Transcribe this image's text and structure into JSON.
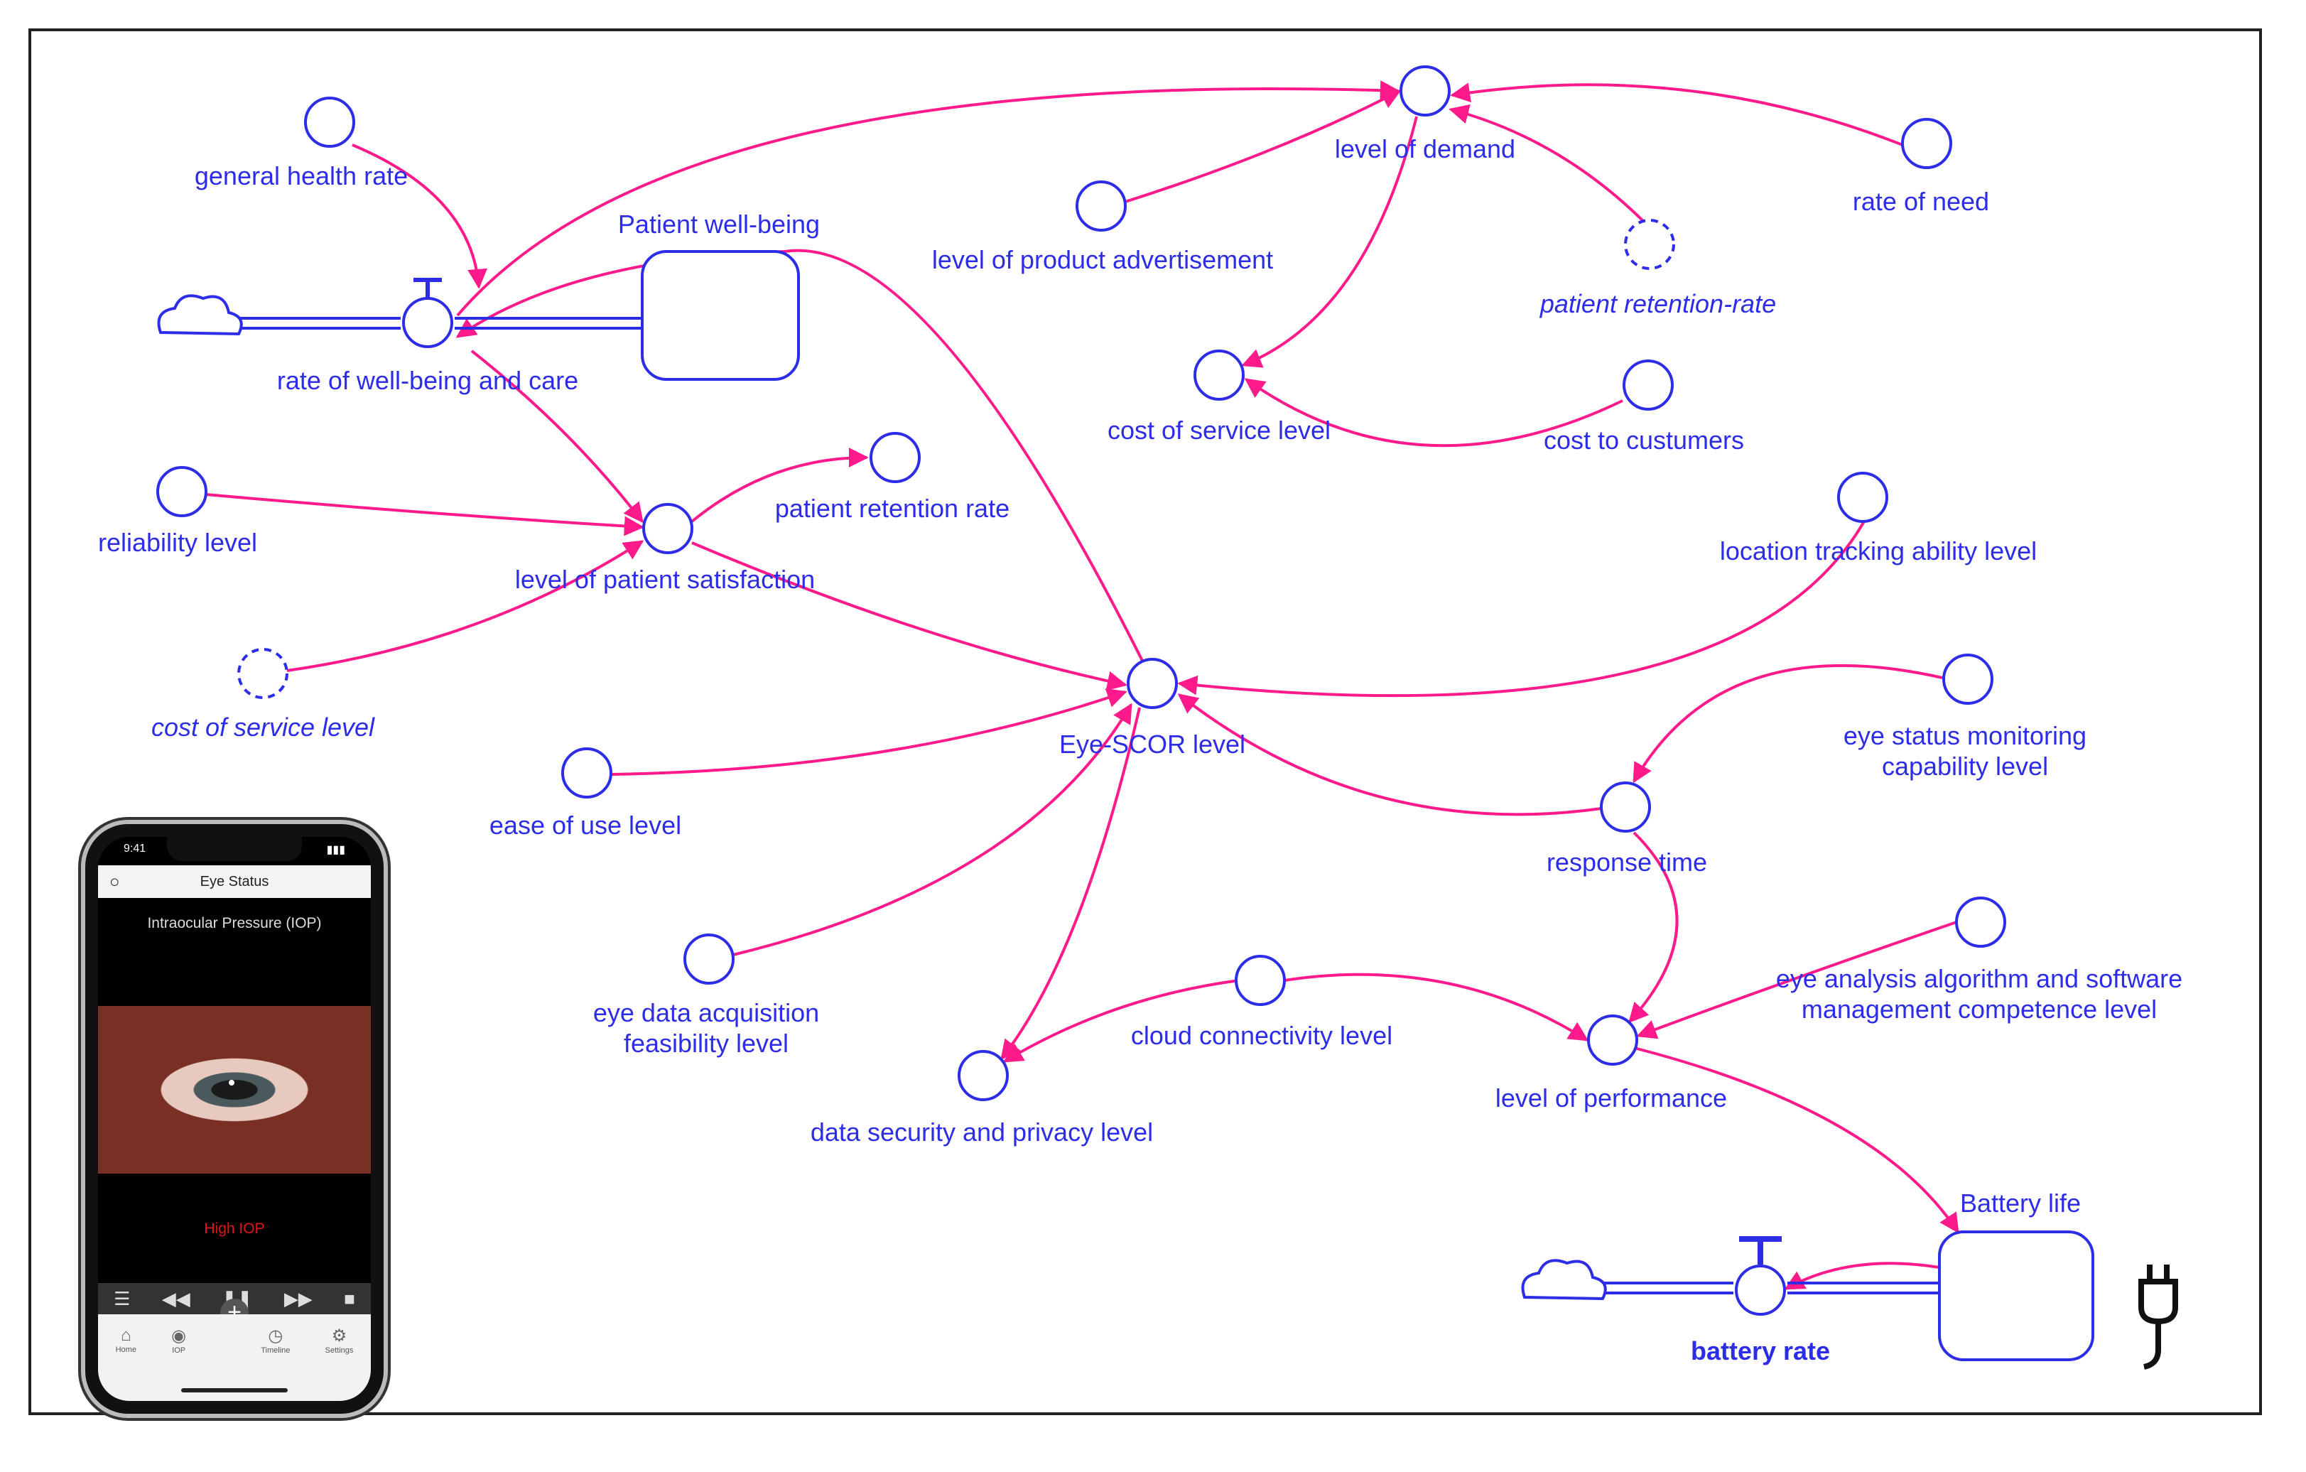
{
  "labels": {
    "general_health_rate": "general health rate",
    "patient_well_being": "Patient well-being",
    "rate_of_well_being_and_care": "rate of well-being and care",
    "reliability_level": "reliability level",
    "level_of_patient_satisfaction": "level of patient satisfaction",
    "patient_retention_rate": "patient retention rate",
    "cost_of_service_level_ghost": "cost of service level",
    "ease_of_use_level": "ease of use level",
    "eye_data_acquisition": "eye data acquisition feasibility level",
    "data_security": "data security and privacy level",
    "cloud_connectivity": "cloud connectivity level",
    "eye_scor_level": "Eye-SCOR level",
    "level_of_demand": "level of demand",
    "level_of_product_advertisement": "level of product advertisement",
    "patient_retention_rate_ghost": "patient retention-rate",
    "rate_of_need": "rate of need",
    "cost_of_service_level": "cost of service level",
    "cost_to_customers": "cost to custumers",
    "location_tracking": "location tracking ability level",
    "eye_status_monitoring": "eye status monitoring capability level",
    "response_time": "response time",
    "eye_analysis": "eye analysis algorithm and software management competence level",
    "level_of_performance": "level of performance",
    "battery_life": "Battery life",
    "battery_rate": "battery rate"
  },
  "phone": {
    "time": "9:41",
    "title": "Eye Status",
    "metric": "Intraocular Pressure (IOP)",
    "status": "High IOP",
    "tabs": [
      "Home",
      "IOP",
      "",
      "Timeline",
      "Settings"
    ]
  },
  "colors": {
    "node": "#2d2de8",
    "link": "#ff1a8c",
    "label": "#2d2de8"
  },
  "icons": [
    "cloud-icon",
    "valve-icon",
    "plug-icon",
    "search-icon"
  ]
}
